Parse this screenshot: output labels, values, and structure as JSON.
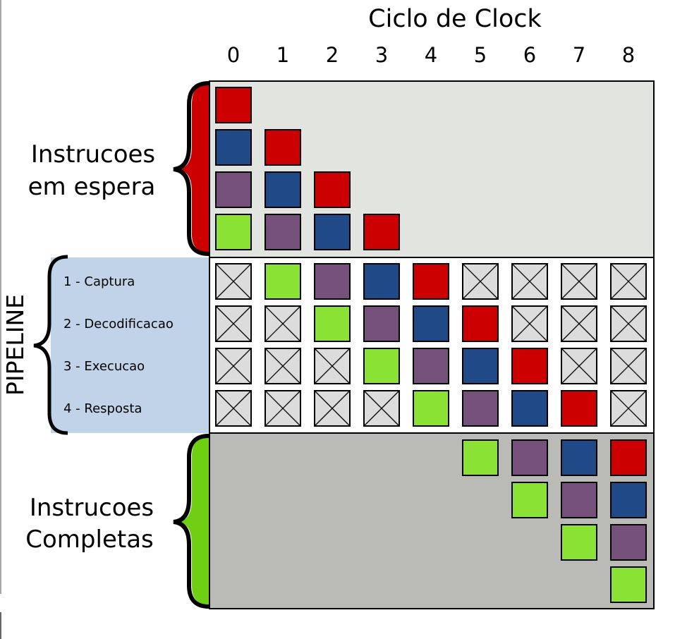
{
  "title": "Ciclo de Clock",
  "cycles": [
    "0",
    "1",
    "2",
    "3",
    "4",
    "5",
    "6",
    "7",
    "8"
  ],
  "sections": {
    "waiting": {
      "label_line1": "Instrucoes",
      "label_line2": "em espera",
      "bracket_color": "#cc0000",
      "bg": "#e2e4e0"
    },
    "pipeline": {
      "label": "PIPELINE",
      "bg": "#c0d3e8",
      "stages": [
        "1 - Captura",
        "2 - Decodificacao",
        "3 - Execucao",
        "4 - Resposta"
      ]
    },
    "completed": {
      "label_line1": "Instrucoes",
      "label_line2": "Completas",
      "bracket_color": "#6fcf12",
      "bg": "#babbb7"
    }
  },
  "instruction_colors": {
    "red": "#cc0000",
    "blue": "#204a87",
    "purple": "#75507b",
    "green": "#8ae234",
    "empty": "#dcdcdc"
  },
  "waiting_grid": [
    [
      "red",
      null,
      null,
      null
    ],
    [
      "blue",
      "red",
      null,
      null
    ],
    [
      "purple",
      "blue",
      "red",
      null
    ],
    [
      "green",
      "purple",
      "blue",
      "red"
    ]
  ],
  "pipeline_grid": [
    [
      "empty",
      "green",
      "purple",
      "blue",
      "red",
      "empty",
      "empty",
      "empty",
      "empty"
    ],
    [
      "empty",
      "empty",
      "green",
      "purple",
      "blue",
      "red",
      "empty",
      "empty",
      "empty"
    ],
    [
      "empty",
      "empty",
      "empty",
      "green",
      "purple",
      "blue",
      "red",
      "empty",
      "empty"
    ],
    [
      "empty",
      "empty",
      "empty",
      "empty",
      "green",
      "purple",
      "blue",
      "red",
      "empty"
    ]
  ],
  "completed_grid": [
    [
      null,
      null,
      null,
      null,
      null,
      "green",
      "purple",
      "blue",
      "red"
    ],
    [
      null,
      null,
      null,
      null,
      null,
      null,
      "green",
      "purple",
      "blue"
    ],
    [
      null,
      null,
      null,
      null,
      null,
      null,
      null,
      "green",
      "purple"
    ],
    [
      null,
      null,
      null,
      null,
      null,
      null,
      null,
      null,
      "green"
    ]
  ]
}
